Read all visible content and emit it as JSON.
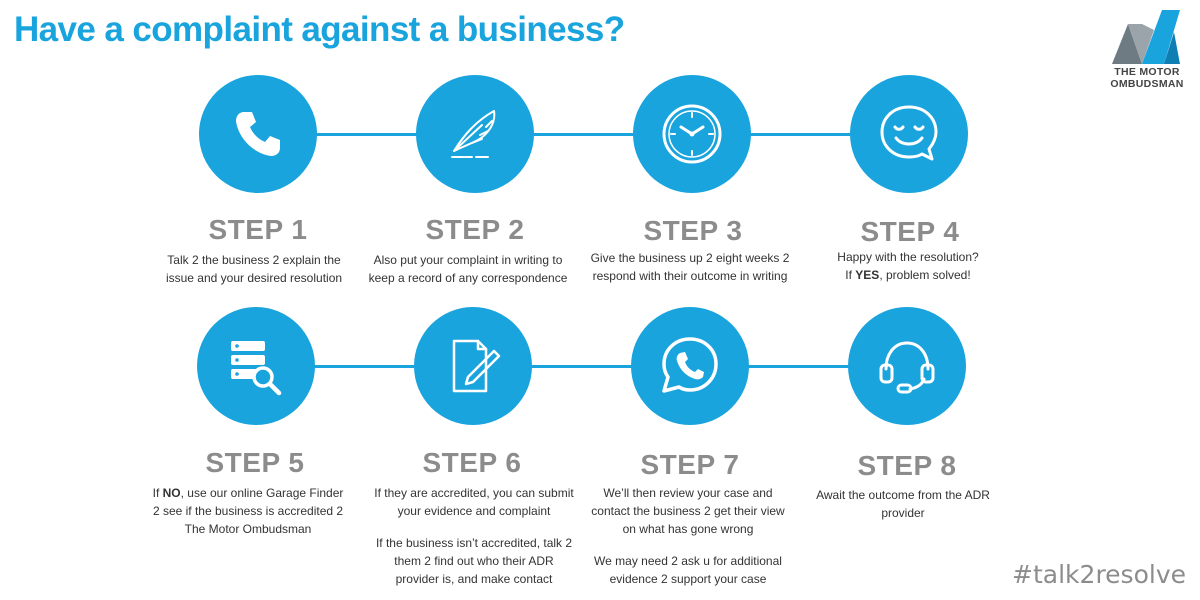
{
  "title": "Have a complaint against a business?",
  "logo": {
    "line1": "THE MOTOR",
    "line2": "OMBUDSMAN"
  },
  "hashtag": "#talk2resolve",
  "colors": {
    "accent": "#1aa4dd",
    "step_title": "#8c8c8c"
  },
  "steps": [
    {
      "title": "STEP 1",
      "icon": "phone-icon",
      "text": "Talk 2 the business 2 explain the issue and your desired resolution"
    },
    {
      "title": "STEP 2",
      "icon": "quill-icon",
      "text": "Also put your complaint in writing to keep a record of any correspondence"
    },
    {
      "title": "STEP 3",
      "icon": "clock-icon",
      "text": "Give the business up 2 eight weeks 2 respond with their outcome in writing"
    },
    {
      "title": "STEP 4",
      "icon": "smiley-chat-icon",
      "text_pre": "Happy with the resolution?",
      "text_if": "If ",
      "text_bold": "YES",
      "text_post": ", problem solved!"
    },
    {
      "title": "STEP 5",
      "icon": "database-search-icon",
      "text_if": "If ",
      "text_bold": "NO",
      "text_post": ", use our online Garage Finder 2 see if the business is accredited 2 The Motor Ombudsman"
    },
    {
      "title": "STEP 6",
      "icon": "document-edit-icon",
      "text": "If they are accredited, you can submit your evidence and complaint",
      "text2": "If the business isn’t accredited, talk 2 them 2 find out who their ADR provider is, and make contact"
    },
    {
      "title": "STEP 7",
      "icon": "whatsapp-icon",
      "text": "We’ll then review your case and contact the business 2 get their view on what has gone wrong",
      "text2": "We may need 2 ask u for additional evidence 2 support your case"
    },
    {
      "title": "STEP 8",
      "icon": "headset-icon",
      "text": "Await the outcome from the ADR provider"
    }
  ]
}
